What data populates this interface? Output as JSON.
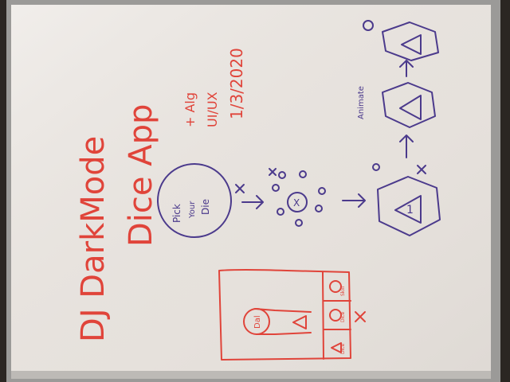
{
  "whiteboard": {
    "title_line1": "DJ DarkMode",
    "title_line2": "Dice App",
    "meta_line1": "+ Alg",
    "meta_line2": "UI/UX",
    "meta_line3": "1/3/2020"
  },
  "mockup_phone": {
    "avatar_label": "Dal",
    "tab_left_label": "Dice",
    "tab_middle_label": "Dice",
    "tab_right_label": "Skill"
  },
  "flow": {
    "pick_die_line1": "Pick",
    "pick_die_line2": "Your",
    "pick_die_line3": "Die",
    "selected_die_label": "X",
    "result_value": "1",
    "animate_label": "Animate"
  },
  "colors": {
    "marker_red": "#e0443a",
    "marker_purple": "#4b3a8c",
    "board_white": "#e8e3de",
    "frame_gray": "#9b9a98"
  }
}
